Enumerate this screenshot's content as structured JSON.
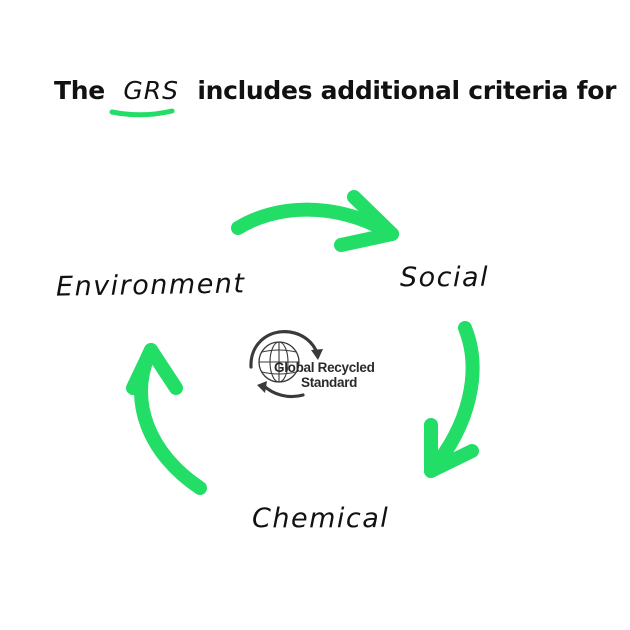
{
  "headline": {
    "prefix": "The",
    "highlight": "GRS",
    "suffix": "includes additional criteria for"
  },
  "cycle": {
    "items": [
      {
        "label": "Environment"
      },
      {
        "label": "Social"
      },
      {
        "label": "Chemical"
      }
    ],
    "arrow_color": "#22dd66",
    "underline_color": "#22dd66"
  },
  "logo": {
    "line1": "Global Recycled",
    "line2": "Standard",
    "icon": "globe-with-cycle-arrows-icon"
  }
}
